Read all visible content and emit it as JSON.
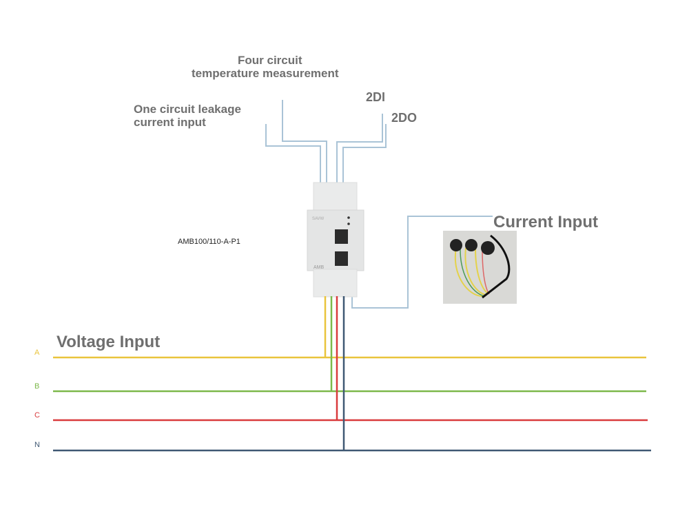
{
  "labels": {
    "temp": "Four circuit",
    "temp2": "temperature measurement",
    "leak": "One circuit leakage",
    "leak2": "current input",
    "di": "2DI",
    "do": "2DO",
    "current": "Current Input",
    "voltage": "Voltage Input",
    "model": "AMB100/110-A-P1"
  },
  "device": {
    "brand": "SAVW",
    "name": "AMB"
  },
  "phases": [
    {
      "name": "A",
      "color": "#e9c43c"
    },
    {
      "name": "B",
      "color": "#7cb84a"
    },
    {
      "name": "C",
      "color": "#d93a3c"
    },
    {
      "name": "N",
      "color": "#3f5873"
    }
  ],
  "colors": {
    "signal_wire": "#a9c3d6",
    "device": "#e9eaea"
  }
}
